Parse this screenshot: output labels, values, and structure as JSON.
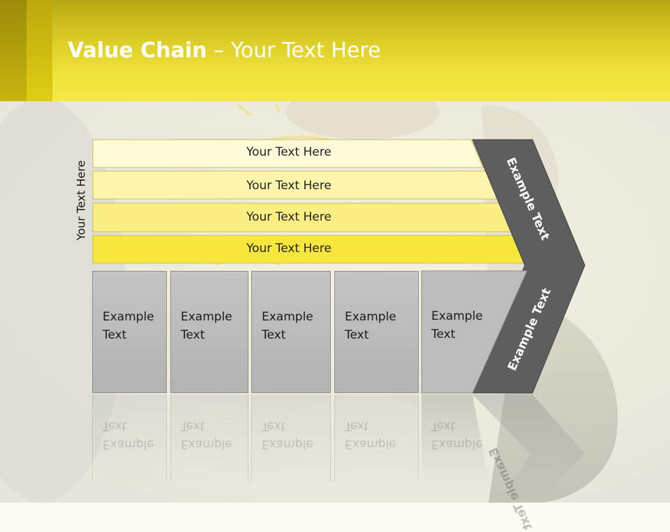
{
  "header": {
    "title_bold": "Value Chain",
    "title_rest": " – Your Text Here"
  },
  "side_label": "Your Text Here",
  "rows": [
    {
      "label": "Your Text Here"
    },
    {
      "label": "Your Text Here"
    },
    {
      "label": "Your Text Here"
    },
    {
      "label": "Your Text Here"
    }
  ],
  "boxes": [
    {
      "label": "Example\nText"
    },
    {
      "label": "Example\nText"
    },
    {
      "label": "Example\nText"
    },
    {
      "label": "Example\nText"
    },
    {
      "label": "Example\nText"
    }
  ],
  "chevron": {
    "upper_label": "Example Text",
    "lower_label": "Example Text"
  },
  "colors": {
    "header_yellow": "#f1e43a",
    "row_1": "#fffbd6",
    "row_2": "#fdf5a8",
    "row_3": "#fbef82",
    "row_4": "#f7e83a",
    "chevron": "#5e5e5e",
    "box": "#bdbdbd"
  }
}
